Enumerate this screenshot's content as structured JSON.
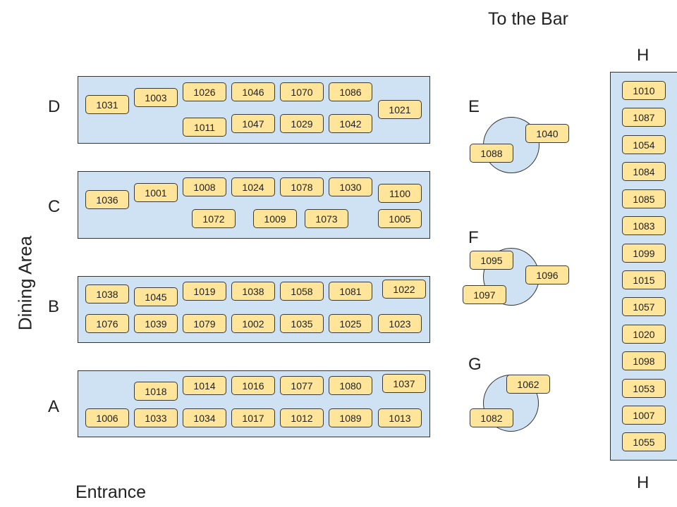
{
  "labels": {
    "bar": "To the Bar",
    "entrance": "Entrance",
    "dining": "Dining Area",
    "D": "D",
    "C": "C",
    "B": "B",
    "A": "A",
    "E": "E",
    "F": "F",
    "G": "G",
    "H_top": "H",
    "H_bottom": "H"
  },
  "tables": {
    "D": {
      "top": [
        "1031",
        "1003",
        "1026",
        "1046",
        "1070",
        "1086",
        "1021"
      ],
      "bottom": [
        "1011",
        "1047",
        "1029",
        "1042"
      ]
    },
    "C": {
      "top": [
        "1036",
        "1001",
        "1008",
        "1024",
        "1078",
        "1030",
        "1100"
      ],
      "bottom": [
        "1072",
        "1009",
        "1073",
        "1005"
      ]
    },
    "B": {
      "top": [
        "1038",
        "1045",
        "1019",
        "1038",
        "1058",
        "1081",
        "1022"
      ],
      "bottom": [
        "1076",
        "1039",
        "1079",
        "1002",
        "1035",
        "1025",
        "1023"
      ]
    },
    "A": {
      "top": [
        "1018",
        "1014",
        "1016",
        "1077",
        "1080",
        "1037"
      ],
      "bottom": [
        "1006",
        "1033",
        "1034",
        "1017",
        "1012",
        "1089",
        "1013"
      ]
    },
    "E": [
      "1040",
      "1088"
    ],
    "F": [
      "1095",
      "1096",
      "1097"
    ],
    "G": [
      "1062",
      "1082"
    ],
    "H": [
      "1010",
      "1087",
      "1054",
      "1084",
      "1085",
      "1083",
      "1099",
      "1015",
      "1057",
      "1020",
      "1098",
      "1053",
      "1007",
      "1055"
    ]
  },
  "colors": {
    "table": "#cfe2f3",
    "seat": "#ffe599",
    "border": "#333333"
  }
}
